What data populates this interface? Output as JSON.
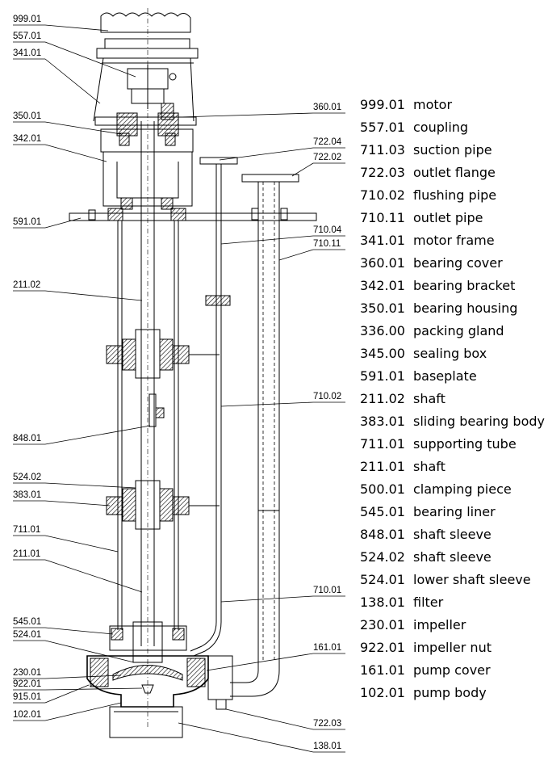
{
  "callouts": [
    {
      "code": "999.01"
    },
    {
      "code": "557.01"
    },
    {
      "code": "341.01"
    },
    {
      "code": "360.01"
    },
    {
      "code": "350.01"
    },
    {
      "code": "342.01"
    },
    {
      "code": "722.04"
    },
    {
      "code": "722.02"
    },
    {
      "code": "591.01"
    },
    {
      "code": "710.04"
    },
    {
      "code": "710.11"
    },
    {
      "code": "211.02"
    },
    {
      "code": "710.02"
    },
    {
      "code": "848.01"
    },
    {
      "code": "524.02"
    },
    {
      "code": "383.01"
    },
    {
      "code": "711.01"
    },
    {
      "code": "211.01"
    },
    {
      "code": "710.01"
    },
    {
      "code": "545.01"
    },
    {
      "code": "524.01"
    },
    {
      "code": "161.01"
    },
    {
      "code": "230.01"
    },
    {
      "code": "922.01"
    },
    {
      "code": "915.01"
    },
    {
      "code": "102.01"
    },
    {
      "code": "722.03"
    },
    {
      "code": "138.01"
    }
  ],
  "parts": [
    {
      "code": "999.01",
      "name": "motor"
    },
    {
      "code": "557.01",
      "name": "coupling"
    },
    {
      "code": "711.03",
      "name": "suction pipe"
    },
    {
      "code": "722.03",
      "name": "outlet flange"
    },
    {
      "code": "710.02",
      "name": "flushing pipe"
    },
    {
      "code": "710.11",
      "name": "outlet pipe"
    },
    {
      "code": "341.01",
      "name": "motor frame"
    },
    {
      "code": "360.01",
      "name": "bearing cover"
    },
    {
      "code": "342.01",
      "name": "bearing bracket"
    },
    {
      "code": "350.01",
      "name": "bearing housing"
    },
    {
      "code": "336.00",
      "name": "packing gland"
    },
    {
      "code": "345.00",
      "name": "sealing box"
    },
    {
      "code": "591.01",
      "name": "baseplate"
    },
    {
      "code": "211.02",
      "name": "shaft"
    },
    {
      "code": "383.01",
      "name": "sliding bearing body"
    },
    {
      "code": "711.01",
      "name": "supporting tube"
    },
    {
      "code": "211.01",
      "name": "shaft"
    },
    {
      "code": "500.01",
      "name": "clamping piece"
    },
    {
      "code": "545.01",
      "name": "bearing liner"
    },
    {
      "code": "848.01",
      "name": "shaft sleeve"
    },
    {
      "code": "524.02",
      "name": "shaft sleeve"
    },
    {
      "code": "524.01",
      "name": "lower shaft sleeve"
    },
    {
      "code": "138.01",
      "name": "filter"
    },
    {
      "code": "230.01",
      "name": "impeller"
    },
    {
      "code": "922.01",
      "name": "impeller nut"
    },
    {
      "code": "161.01",
      "name": "pump cover"
    },
    {
      "code": "102.01",
      "name": "pump body"
    }
  ]
}
